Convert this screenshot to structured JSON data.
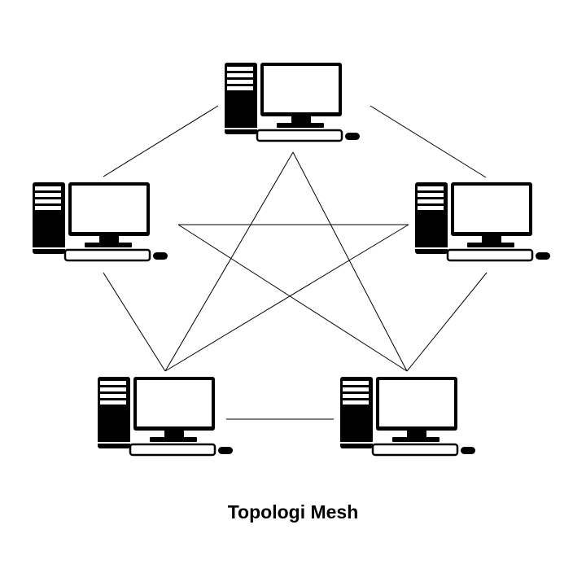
{
  "caption": "Topologi Mesh",
  "colors": {
    "background": "#ffffff",
    "ink": "#000000"
  },
  "nodes": [
    {
      "id": "top",
      "icon": "desktop-computer-icon"
    },
    {
      "id": "left",
      "icon": "desktop-computer-icon"
    },
    {
      "id": "right",
      "icon": "desktop-computer-icon"
    },
    {
      "id": "bottom-left",
      "icon": "desktop-computer-icon"
    },
    {
      "id": "bottom-right",
      "icon": "desktop-computer-icon"
    }
  ],
  "links": [
    [
      "top",
      "left"
    ],
    [
      "top",
      "right"
    ],
    [
      "left",
      "bottom-left"
    ],
    [
      "right",
      "bottom-right"
    ],
    [
      "bottom-left",
      "bottom-right"
    ],
    [
      "top",
      "bottom-left"
    ],
    [
      "top",
      "bottom-right"
    ],
    [
      "left",
      "right"
    ],
    [
      "left",
      "bottom-right"
    ],
    [
      "right",
      "bottom-left"
    ]
  ]
}
